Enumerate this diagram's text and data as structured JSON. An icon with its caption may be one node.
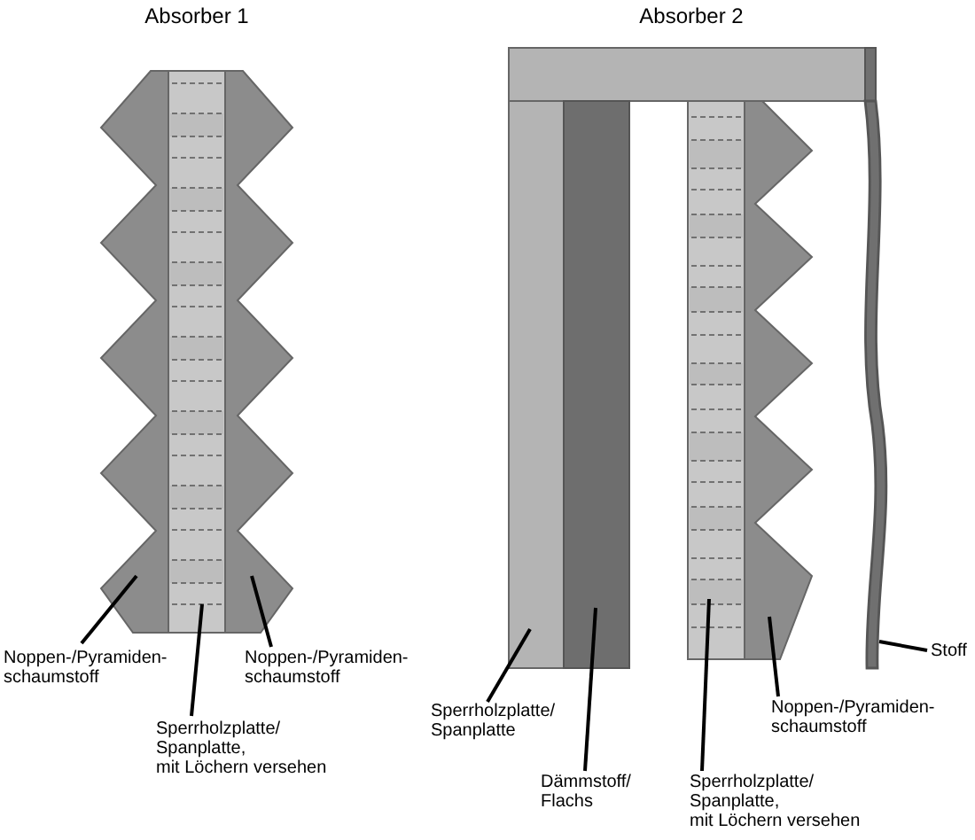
{
  "diagram": {
    "nodes": [
      {
        "text": [],
        "shape": "box"
      },
      {
        "text": [],
        "shape": "box"
      },
      {
        "text": [],
        "shape": "box"
      },
      {
        "text": [],
        "shape": "box"
      },
      {
        "text": [],
        "shape": "box"
      },
      {
        "text": [],
        "shape": "box"
      },
      {
        "text": [],
        "shape": "box"
      },
      {
        "text": [],
        "shape": "bar"
      },
      {
        "text": [
          "Noppen-/Pyramiden- schaumstoff"
        ]
      },
      {
        "text": [
          "Sperrholzplatte/ Spanplatte, mit Löchern versehen"
        ]
      },
      {
        "text": [
          "Noppen-/Pyramiden- schaumstoff"
        ]
      },
      {
        "text": [
          "Sperrholzplatte/ Spanplatte"
        ]
      },
      {
        "text": [
          "Dämmstoff/ Flachs"
        ]
      },
      {
        "text": [
          "Sperrholzplatte/ Spanplatte, mit Löchern versehen"
        ]
      },
      {
        "text": [
          "Noppen-/Pyramiden- schaumstoff"
        ]
      },
      {
        "text": [
          "Stoff"
        ]
      }
    ],
    "edges": [
      {
        "from": 8,
        "to": 0,
        "arrow": "none"
      },
      {
        "from": 9,
        "to": 1,
        "arrow": "none"
      },
      {
        "from": 10,
        "to": 2,
        "arrow": "none"
      },
      {
        "from": 11,
        "to": 3,
        "arrow": "none"
      },
      {
        "from": 12,
        "to": 4,
        "arrow": "none"
      },
      {
        "from": 13,
        "to": 5,
        "arrow": "none"
      },
      {
        "from": 14,
        "to": 6,
        "arrow": "none"
      },
      {
        "from": 15,
        "to": 7,
        "arrow": "none"
      }
    ],
    "labels": [
      "Absorber 1",
      "Absorber 2"
    ]
  }
}
